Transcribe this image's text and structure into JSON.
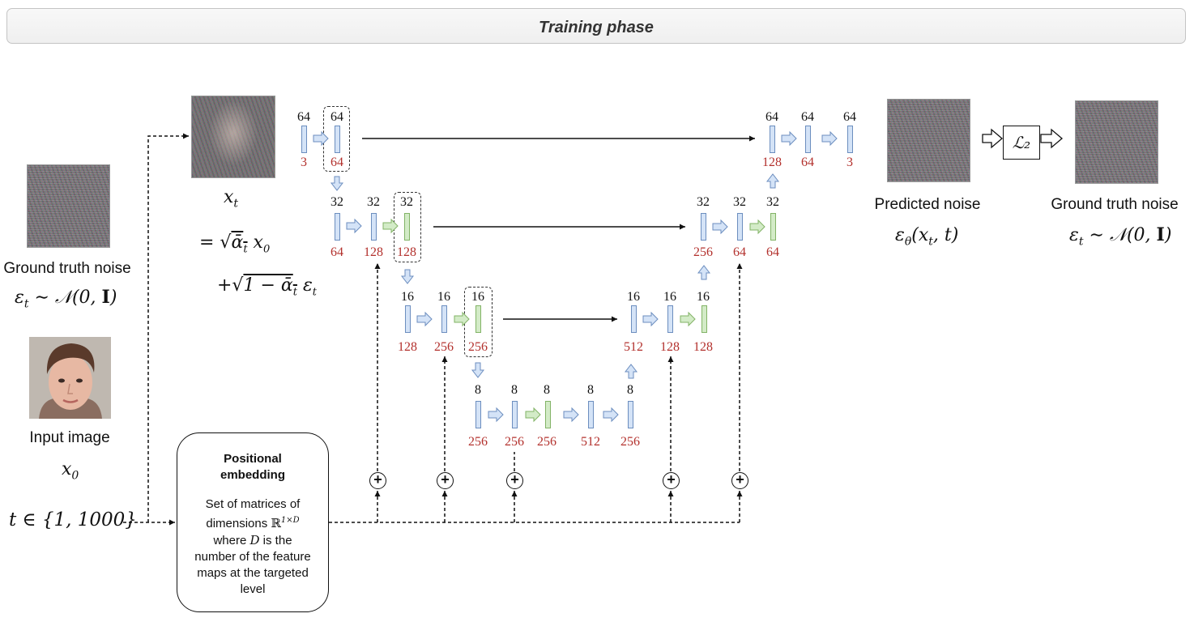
{
  "header": {
    "title": "Training phase"
  },
  "left": {
    "noise_label": "Ground truth noise",
    "noise_formula": "ε_t ~ 𝒩(0, I)",
    "input_label": "Input image",
    "input_formula": "x_0",
    "t_formula": "t ∈ {1, 1000}"
  },
  "xt": {
    "label": "x_t",
    "eq_line1": "= √ᾱ_t x_0",
    "eq_line2": "+√1 − ᾱ_t ε_t"
  },
  "pos_embedding": {
    "title": "Positional embedding",
    "body": "Set of matrices of dimensions ℝ^{1×D} where D is the number of the feature maps at the targeted level"
  },
  "right": {
    "pred_label": "Predicted noise",
    "pred_formula": "ε_θ(x_t, t)",
    "gt_label": "Ground truth noise",
    "gt_formula": "ε_t ~ 𝒩(0, I)",
    "loss": "ℒ₂"
  },
  "unet": {
    "enc1": {
      "sizes": [
        "64",
        "64"
      ],
      "channels": [
        "3",
        "64"
      ]
    },
    "enc2": {
      "sizes": [
        "32",
        "32",
        "32"
      ],
      "channels": [
        "64",
        "128",
        "128"
      ]
    },
    "enc3": {
      "sizes": [
        "16",
        "16",
        "16"
      ],
      "channels": [
        "128",
        "256",
        "256"
      ]
    },
    "bottleneck": {
      "sizes": [
        "8",
        "8",
        "8",
        "8",
        "8"
      ],
      "channels": [
        "256",
        "256",
        "256",
        "512",
        "256"
      ]
    },
    "dec3": {
      "sizes": [
        "16",
        "16",
        "16"
      ],
      "channels": [
        "512",
        "128",
        "128"
      ]
    },
    "dec2": {
      "sizes": [
        "32",
        "32",
        "32"
      ],
      "channels": [
        "256",
        "64",
        "64"
      ]
    },
    "dec1": {
      "sizes": [
        "64",
        "64",
        "64"
      ],
      "channels": [
        "128",
        "64",
        "3"
      ]
    }
  },
  "plus_symbol": "+",
  "colors": {
    "conv_bar": "#d4e3f7",
    "attn_bar": "#d3ebc7",
    "channel_text": "#b3312d",
    "arrow_fill": "#d4e3f7"
  }
}
